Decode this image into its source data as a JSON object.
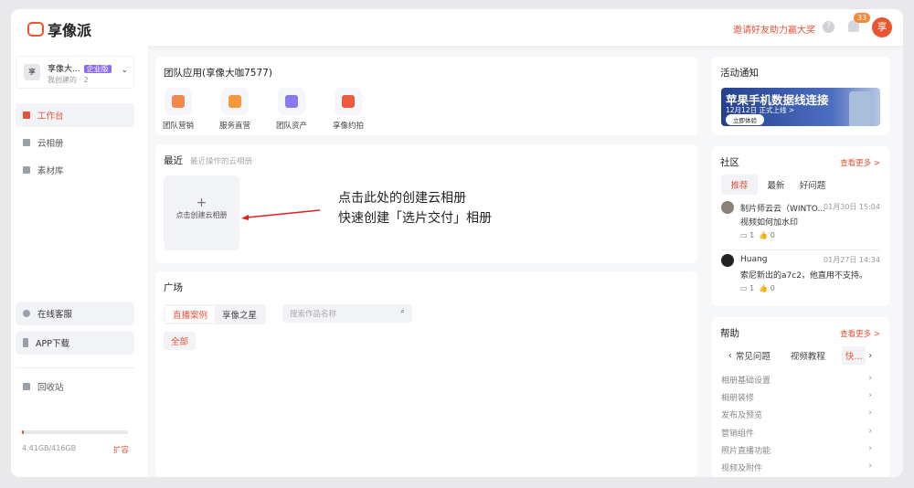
{
  "header": {
    "logo": "享像派",
    "invite": "邀请好友助力赢大奖",
    "help": "?",
    "badge": "33",
    "avatar": "享"
  },
  "sidebar": {
    "team_icon": "享",
    "team_name": "享像大...",
    "edition": "企业版",
    "team_sub": "我创建的 · 2",
    "nav": [
      {
        "label": "工作台"
      },
      {
        "label": "云相册"
      },
      {
        "label": "素材库"
      }
    ],
    "service": "在线客服",
    "app": "APP下载",
    "trash": "回收站",
    "storage": "4.41GB/416GB",
    "storage_fraction": 0.011,
    "expand": "扩容"
  },
  "apps": {
    "title": "团队应用(享像大咖7577)",
    "items": [
      {
        "label": "团队营销",
        "color": "#f0884f"
      },
      {
        "label": "服务直营",
        "color": "#f29a3c"
      },
      {
        "label": "团队资产",
        "color": "#8a78f0"
      },
      {
        "label": "享像约拍",
        "color": "#ec5a3f"
      }
    ]
  },
  "recent": {
    "title": "最近",
    "subtitle": "最近操作的云相册",
    "plus": "+",
    "create": "点击创建云相册",
    "annot1": "点击此处的创建云相册",
    "annot2": "快速创建「选片交付」相册"
  },
  "plaza": {
    "title": "广场",
    "tabs": [
      "直播案例",
      "享像之星"
    ],
    "search_placeholder": "搜索作品名称",
    "filter": "全部"
  },
  "activity": {
    "title": "活动通知",
    "banner_title": "苹果手机数据线连接",
    "banner_date": "12月12日 正式上线 >",
    "banner_btn": "立即体验"
  },
  "community": {
    "title": "社区",
    "more": "查看更多 >",
    "tabs": [
      "推荐",
      "最新",
      "好问题"
    ],
    "posts": [
      {
        "author": "制片师云云（WINTO...",
        "time": "01月30日 15:04",
        "body": "视频如何加水印",
        "comments": "1",
        "likes": "0"
      },
      {
        "author": "Huang",
        "time": "01月27日 14:34",
        "body": "索尼新出的a7c2，他直用不支持。",
        "comments": "1",
        "likes": "0"
      }
    ]
  },
  "help": {
    "title": "帮助",
    "more": "查看更多 >",
    "tabs": [
      "常见问题",
      "视频教程",
      "快..."
    ],
    "items": [
      "相册基础设置",
      "相册装修",
      "发布及预览",
      "营销组件",
      "照片直播功能",
      "视频及附件"
    ]
  }
}
